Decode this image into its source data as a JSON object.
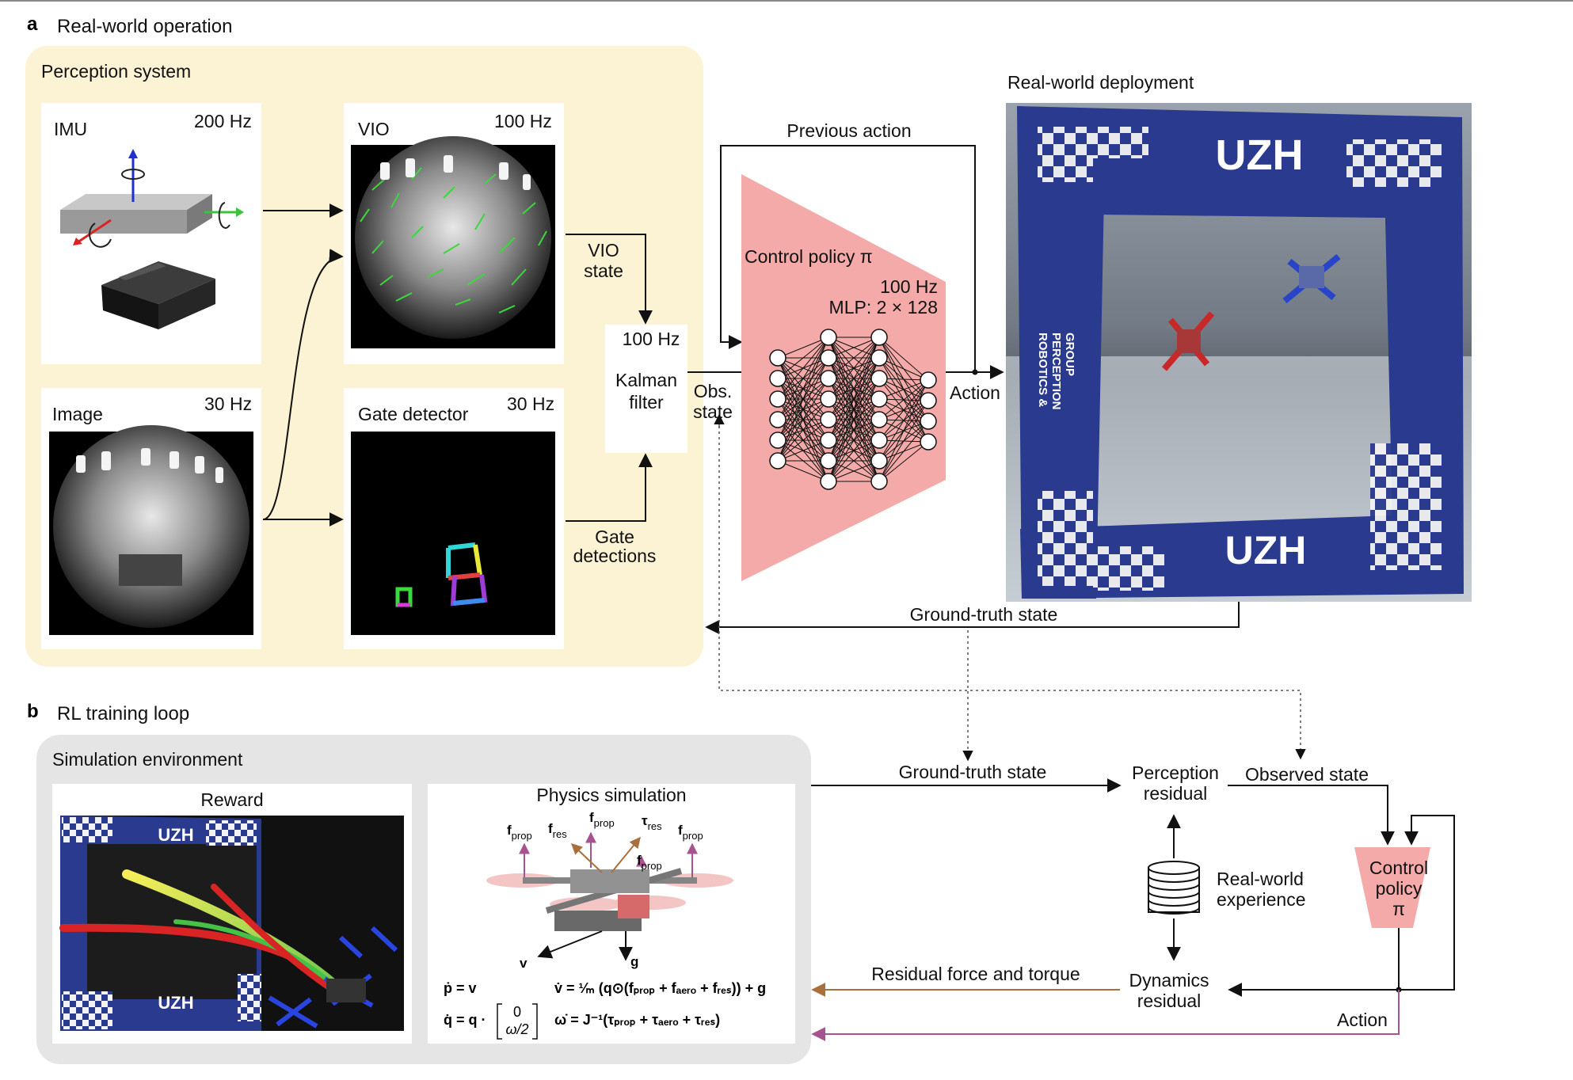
{
  "panel_a": {
    "letter": "a",
    "title": "Real-world operation",
    "perception_title": "Perception system",
    "imu": {
      "label": "IMU",
      "rate": "200 Hz"
    },
    "vio": {
      "label": "VIO",
      "rate": "100 Hz"
    },
    "image": {
      "label": "Image",
      "rate": "30 Hz"
    },
    "gate_detector": {
      "label": "Gate detector",
      "rate": "30 Hz"
    },
    "vio_state": [
      "VIO",
      "state"
    ],
    "gate_detections": [
      "Gate",
      "detections"
    ],
    "kalman": {
      "rate": "100 Hz",
      "line1": "Kalman",
      "line2": "filter"
    },
    "obs_state": [
      "Obs.",
      "state"
    ],
    "previous_action": "Previous action",
    "policy": {
      "title": "Control policy π",
      "rate": "100 Hz",
      "arch": "MLP: 2 × 128"
    },
    "action": "Action",
    "deployment_title": "Real-world deployment",
    "gate_text": "UZH",
    "banner_text": [
      "ROBOTICS &",
      "PERCEPTION",
      "GROUP"
    ],
    "ground_truth": "Ground-truth state"
  },
  "panel_b": {
    "letter": "b",
    "title": "RL training loop",
    "sim_title": "Simulation environment",
    "reward": "Reward",
    "physics": "Physics simulation",
    "force_labels": {
      "f": "f",
      "prop": "prop",
      "res": "res",
      "tau": "τ",
      "v": "v",
      "g": "g"
    },
    "equations": {
      "p_dot": "ṗ = v",
      "q_dot_prefix": "q̇ = q ·",
      "q_vec_top": "0",
      "q_vec_bottom": "ω/2",
      "v_dot": "v̇ = ¹⁄ₘ (q⊙(fₚᵣₒₚ + fₐₑᵣₒ + fᵣₑₛ)) + g",
      "w_dot": "ω̇ = J⁻¹(τₚᵣₒₚ + τₐₑᵣₒ + τᵣₑₛ)"
    },
    "ground_truth": "Ground-truth state",
    "perception_residual": [
      "Perception",
      "residual"
    ],
    "observed_state": "Observed state",
    "real_world_experience": [
      "Real-world",
      "experience"
    ],
    "control_policy": [
      "Control",
      "policy",
      "π"
    ],
    "dynamics_residual": [
      "Dynamics",
      "residual"
    ],
    "residual_force": "Residual force and torque",
    "action": "Action",
    "uzh": "UZH"
  },
  "colors": {
    "perception_bg": "#fcf3d4",
    "sim_bg": "#e5e5e5",
    "policy_fill": "#f4aaa8",
    "brown_arrow": "#a8703c",
    "purple_arrow": "#a5548f",
    "gate_blue": "#2a3a8e"
  }
}
